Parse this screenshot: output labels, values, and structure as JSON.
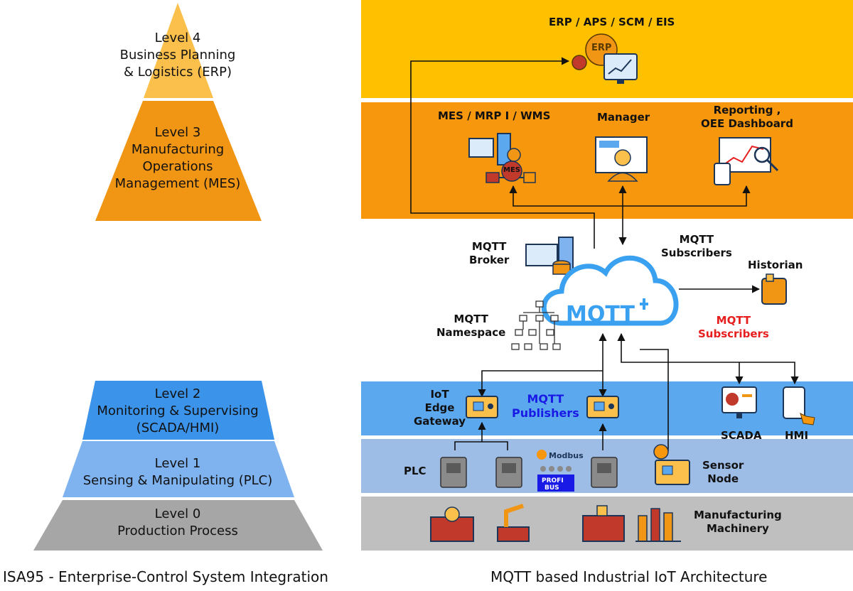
{
  "pyramid": {
    "level4": [
      "Level 4",
      "Business Planning",
      "& Logistics (ERP)"
    ],
    "level3": [
      "Level 3",
      "Manufacturing",
      "Operations",
      "Management (MES)"
    ],
    "level2": [
      "Level 2",
      "Monitoring & Supervising",
      "(SCADA/HMI)"
    ],
    "level1": [
      "Level 1",
      "Sensing & Manipulating (PLC)"
    ],
    "level0": [
      "Level 0",
      "Production Process"
    ],
    "caption": "ISA95 - Enterprise-Control System Integration"
  },
  "architecture": {
    "erp_label": "ERP / APS / SCM / EIS",
    "erp_icon_text": "ERP",
    "mes_label": "MES / MRP I / WMS",
    "mes_icon_text": "MES",
    "manager_label": "Manager",
    "reporting_label": [
      "Reporting ,",
      "OEE Dashboard"
    ],
    "broker_label": [
      "MQTT",
      "Broker"
    ],
    "subscribers_top": [
      "MQTT",
      "Subscribers"
    ],
    "cloud_text": "MQTT",
    "historian_label": "Historian",
    "subscribers_red": [
      "MQTT",
      "Subscribers"
    ],
    "namespace_label": [
      "MQTT",
      "Namespace"
    ],
    "gateway_label": [
      "IoT",
      "Edge",
      "Gateway"
    ],
    "publishers_label": [
      "MQTT",
      "Publishers"
    ],
    "scada_label": "SCADA",
    "hmi_label": "HMI",
    "plc_label": "PLC",
    "modbus_label": "Modbus",
    "profibus_label": [
      "PROFI",
      "BUS"
    ],
    "sensor_label": [
      "Sensor",
      "Node"
    ],
    "machinery_label": [
      "Manufacturing",
      "Machinery"
    ],
    "caption": "MQTT based Industrial IoT Architecture"
  },
  "colors": {
    "erp_band": "#FFC000",
    "mes_band": "#F7970D",
    "scada_band": "#5BA8EE",
    "plc_band": "#9DBCE6",
    "machine_band": "#BFBFBF",
    "pyramid_l4": "#FBC04C",
    "pyramid_l3": "#F09514",
    "pyramid_l2": "#3B93EA",
    "pyramid_l1": "#7FB3F0",
    "pyramid_l0": "#A6A6A6",
    "publishers_text": "#1A1AE6",
    "subscribers_red_text": "#E61E1E",
    "cloud_blue": "#3AA0F0"
  }
}
